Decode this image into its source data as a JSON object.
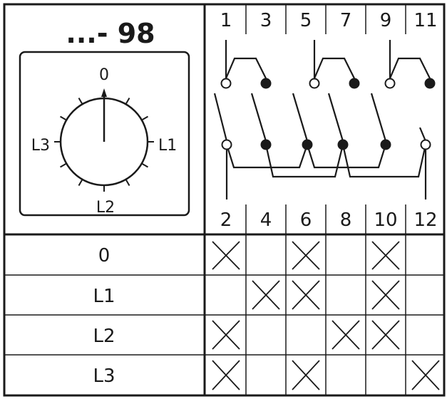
{
  "title": "...- 98",
  "dial": {
    "positions": [
      {
        "label": "0",
        "angle": 0
      },
      {
        "label": "L1",
        "angle": 90
      },
      {
        "label": "L2",
        "angle": 180
      },
      {
        "label": "L3",
        "angle": 270
      }
    ]
  },
  "top_terminals": [
    "1",
    "3",
    "5",
    "7",
    "9",
    "11"
  ],
  "bottom_terminals": [
    "2",
    "4",
    "6",
    "8",
    "10",
    "12"
  ],
  "table": {
    "rows": [
      {
        "position": "0",
        "closed": [
          true,
          false,
          true,
          false,
          true,
          false
        ]
      },
      {
        "position": "L1",
        "closed": [
          false,
          true,
          true,
          false,
          true,
          false
        ]
      },
      {
        "position": "L2",
        "closed": [
          true,
          false,
          false,
          true,
          true,
          false
        ]
      },
      {
        "position": "L3",
        "closed": [
          true,
          false,
          true,
          false,
          false,
          true
        ]
      }
    ]
  },
  "colors": {
    "line": "#1a1a1a",
    "background": "#ffffff"
  }
}
